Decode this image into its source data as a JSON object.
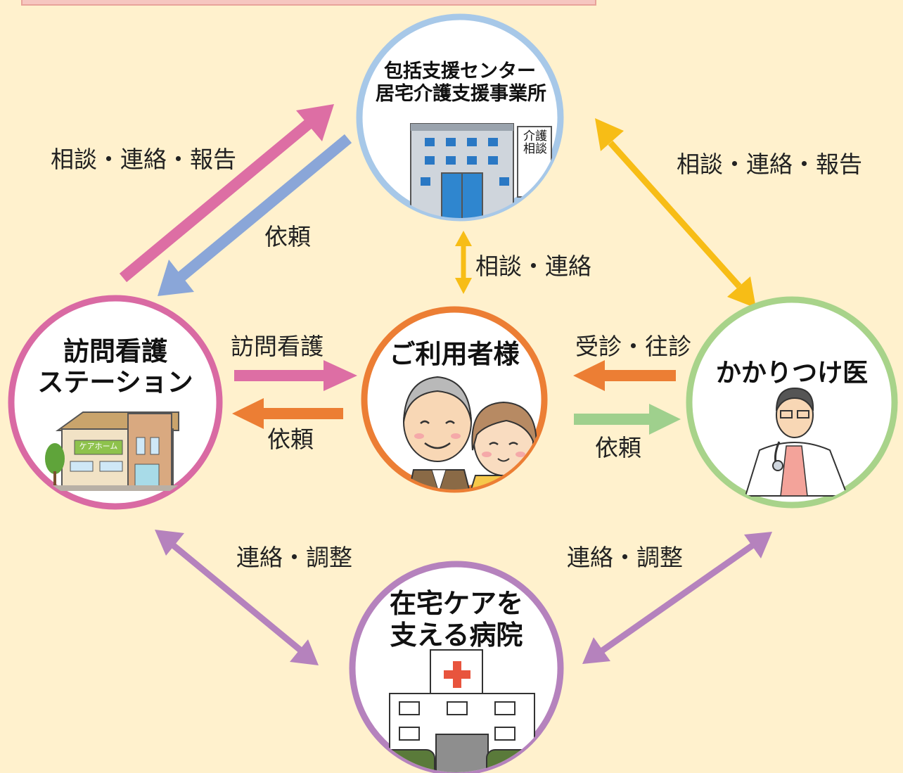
{
  "nodes": {
    "support_center": {
      "line1": "包括支援センター",
      "line2": "居宅介護支援事業所",
      "sign": "介護相談"
    },
    "nursing_station": {
      "line1": "訪問看護",
      "line2": "ステーション",
      "sign": "ケアホーム"
    },
    "client": {
      "label": "ご利用者様"
    },
    "family_doctor": {
      "label": "かかりつけ医"
    },
    "hospital": {
      "line1": "在宅ケアを",
      "line2": "支える病院"
    }
  },
  "edge_labels": {
    "station_to_center": "相談・連絡・報告",
    "center_to_station": "依頼",
    "center_doctor": "相談・連絡・報告",
    "center_client": "相談・連絡",
    "station_to_client": "訪問看護",
    "client_to_station": "依頼",
    "doctor_to_client": "受診・往診",
    "client_to_doctor": "依頼",
    "station_hospital": "連絡・調整",
    "hospital_doctor": "連絡・調整"
  },
  "colors": {
    "background": "#fff1cd",
    "support_ring": "#a7c8e8",
    "station_ring": "#d96aa3",
    "client_ring": "#ec7e34",
    "doctor_ring": "#a8d38a",
    "hospital_ring": "#b582bd",
    "pink_arrow": "#dd6ea4",
    "blue_arrow": "#8aa6d8",
    "yellow_arrow": "#f7bd16",
    "orange_arrow": "#ec7e34",
    "green_arrow": "#9fd08d",
    "purple_arrow": "#b582bd"
  }
}
